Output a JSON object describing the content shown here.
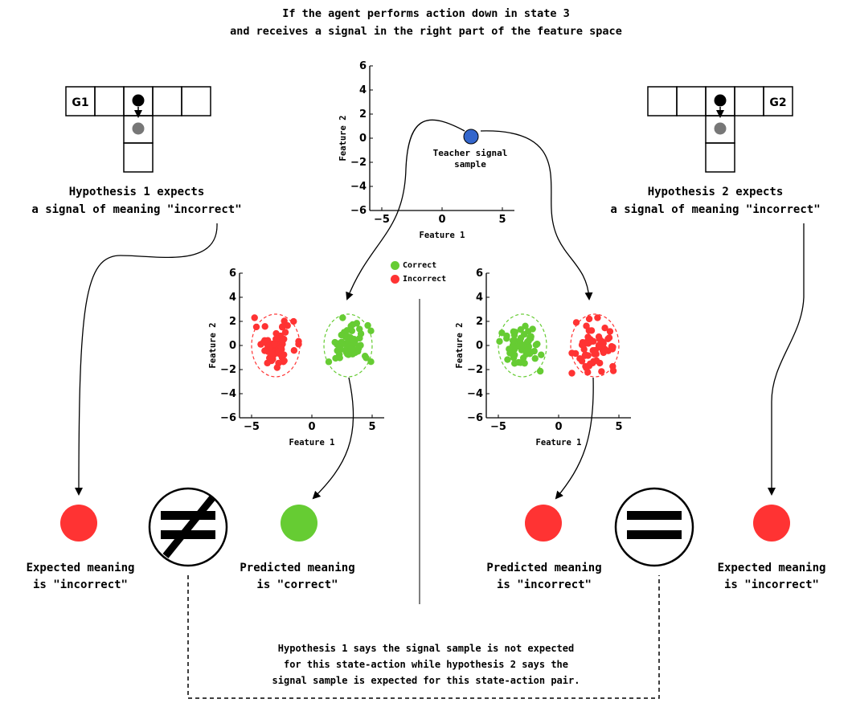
{
  "title": {
    "line1": "If the agent performs action down in state 3",
    "line2": "and receives a signal in the right part of the feature space"
  },
  "colors": {
    "correct": "#66cc33",
    "incorrect": "#ff3333",
    "teacher_signal": "#3366cc",
    "agent": "#000000",
    "agent_next": "#777777"
  },
  "grid_left": {
    "goal_label": "G1"
  },
  "grid_right": {
    "goal_label": "G2"
  },
  "hypothesis1": {
    "line1": "Hypothesis 1 expects",
    "line2": "a signal of meaning \"incorrect\""
  },
  "hypothesis2": {
    "line1": "Hypothesis 2 expects",
    "line2": "a signal of meaning \"incorrect\""
  },
  "teacher_label": {
    "line1": "Teacher signal",
    "line2": "sample"
  },
  "legend": {
    "correct": "Correct",
    "incorrect": "Incorrect"
  },
  "outcomes": {
    "expected_left": {
      "line1": "Expected meaning",
      "line2": "is \"incorrect\""
    },
    "predicted_left": {
      "line1": "Predicted meaning",
      "line2": "is \"correct\""
    },
    "predicted_right": {
      "line1": "Predicted meaning",
      "line2": "is \"incorrect\""
    },
    "expected_right": {
      "line1": "Expected meaning",
      "line2": "is \"incorrect\""
    }
  },
  "conclusion": {
    "line1": "Hypothesis 1 says the signal sample is not expected",
    "line2": "for this state-action while hypothesis 2 says the",
    "line3": "signal sample is expected for this state-action pair."
  },
  "chart_data": [
    {
      "type": "scatter",
      "name": "teacher-plot",
      "xlabel": "Feature 1",
      "ylabel": "Feature 2",
      "xlim": [
        -6,
        6
      ],
      "ylim": [
        -6,
        6
      ],
      "xticks": [
        -5,
        0,
        5
      ],
      "yticks": [
        -6,
        -4,
        -2,
        0,
        2,
        4,
        6
      ],
      "points": [
        {
          "x": 2.4,
          "y": 0.0,
          "label": "Teacher signal sample"
        }
      ]
    },
    {
      "type": "scatter",
      "name": "hypothesis1-plot",
      "xlabel": "Feature 1",
      "ylabel": "Feature 2",
      "xlim": [
        -6,
        6
      ],
      "ylim": [
        -6,
        6
      ],
      "xticks": [
        -5,
        0,
        5
      ],
      "yticks": [
        -6,
        -4,
        -2,
        0,
        2,
        4,
        6
      ],
      "clusters": [
        {
          "meaning": "incorrect",
          "center": [
            -3,
            0
          ]
        },
        {
          "meaning": "correct",
          "center": [
            3,
            0
          ]
        }
      ]
    },
    {
      "type": "scatter",
      "name": "hypothesis2-plot",
      "xlabel": "Feature 1",
      "ylabel": "Feature 2",
      "xlim": [
        -6,
        6
      ],
      "ylim": [
        -6,
        6
      ],
      "xticks": [
        -5,
        0,
        5
      ],
      "yticks": [
        -6,
        -4,
        -2,
        0,
        2,
        4,
        6
      ],
      "clusters": [
        {
          "meaning": "correct",
          "center": [
            -3,
            0
          ]
        },
        {
          "meaning": "incorrect",
          "center": [
            3,
            0
          ]
        }
      ]
    }
  ]
}
